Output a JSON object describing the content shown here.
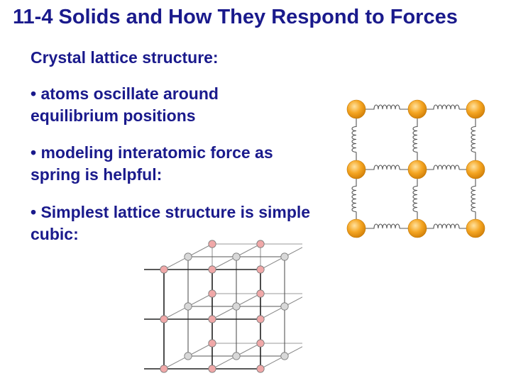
{
  "slide": {
    "title": "11-4 Solids and How They Respond to Forces",
    "heading": "Crystal lattice structure:",
    "bullets": [
      {
        "line1": "• atoms oscillate around",
        "line2": "equilibrium positions"
      },
      {
        "line1": "• modeling interatomic force as",
        "line2": "spring is helpful:"
      },
      {
        "line1": "• Simplest lattice structure is simple",
        "line2": "cubic:"
      }
    ]
  },
  "figures": {
    "spring_lattice": {
      "atom_color": "#f5a623",
      "spring_color": "#555555"
    },
    "cubic_lattice": {
      "front_atom_color": "#f0a8a8",
      "back_atom_color": "#d8d8d8"
    }
  }
}
